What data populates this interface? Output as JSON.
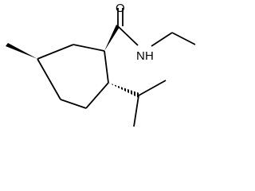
{
  "molecule": {
    "atom_labels": {
      "oxygen": "O",
      "amide_nitrogen": "N",
      "amide_hydrogen": "H"
    },
    "colors": {
      "bond": "#000000",
      "text": "#000000",
      "background": "#ffffff"
    }
  }
}
